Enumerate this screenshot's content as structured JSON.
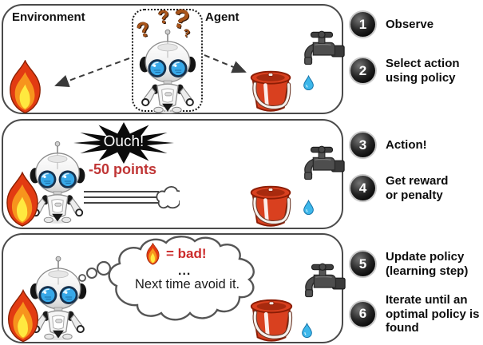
{
  "panel_environment": {
    "environment_label": "Environment",
    "agent_label": "Agent",
    "question_marks": [
      "?",
      "?",
      "?",
      "?"
    ]
  },
  "panel_penalty": {
    "ouch_label": "Ouch!",
    "points_label": "-50 points"
  },
  "panel_learning": {
    "bad_label": "= bad!",
    "ellipsis": "...",
    "avoid_label": "Next time avoid it."
  },
  "steps": [
    {
      "num": "1",
      "label": "Observe"
    },
    {
      "num": "2",
      "label": "Select action\nusing policy"
    },
    {
      "num": "3",
      "label": "Action!"
    },
    {
      "num": "4",
      "label": "Get reward\nor penalty"
    },
    {
      "num": "5",
      "label": "Update policy\n(learning step)"
    },
    {
      "num": "6",
      "label": "Iterate until an\noptimal policy is\nfound"
    }
  ],
  "colors": {
    "accent_red": "#c03636",
    "flame_outer": "#e23b12",
    "flame_mid": "#f7941d",
    "flame_inner": "#ffe93f",
    "bucket_red": "#d9401f",
    "water_blue": "#3db7ea",
    "panel_border": "#4a4a4a",
    "step_circle": "#111111"
  }
}
